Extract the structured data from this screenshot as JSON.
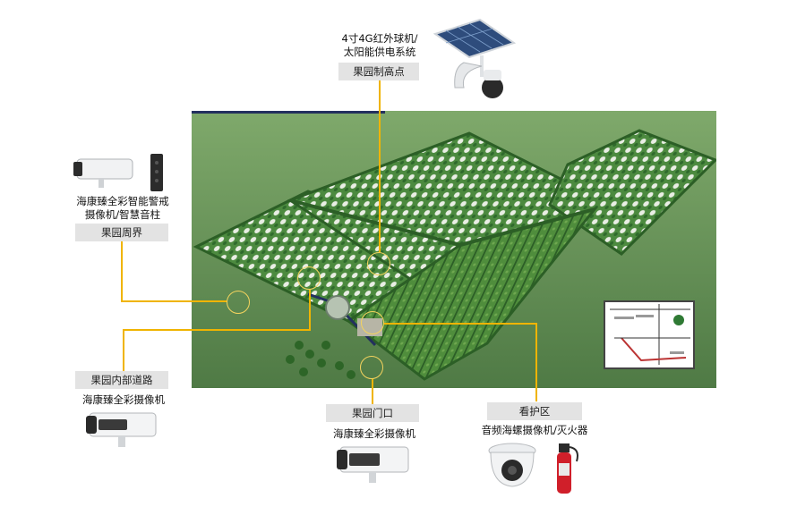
{
  "title_text": "",
  "nodes": {
    "high_point": {
      "caption_line1": "4寸4G红外球机/",
      "caption_line2": "太阳能供电系统",
      "label": "果园制高点",
      "icon": "solar-dome-camera-icon"
    },
    "perimeter": {
      "caption_line1": "海康臻全彩智能警戒",
      "caption_line2": "摄像机/智慧音柱",
      "label": "果园周界",
      "icon": "bullet-camera-speaker-icon"
    },
    "inner_road": {
      "label": "果园内部道路",
      "caption": "海康臻全彩摄像机",
      "icon": "bullet-camera-icon"
    },
    "gate": {
      "label": "果园门口",
      "caption": "海康臻全彩摄像机",
      "icon": "bullet-camera-icon"
    },
    "guard": {
      "label": "看护区",
      "caption": "音频海螺摄像机/灭火器",
      "icon": "turret-camera-extinguisher-icon"
    }
  },
  "colors": {
    "leader": "#f0b400",
    "label_bg": "#e3e3e3",
    "ring": "#f4d35e",
    "vegetation": "#3f7d3a",
    "road": "#23305e"
  }
}
